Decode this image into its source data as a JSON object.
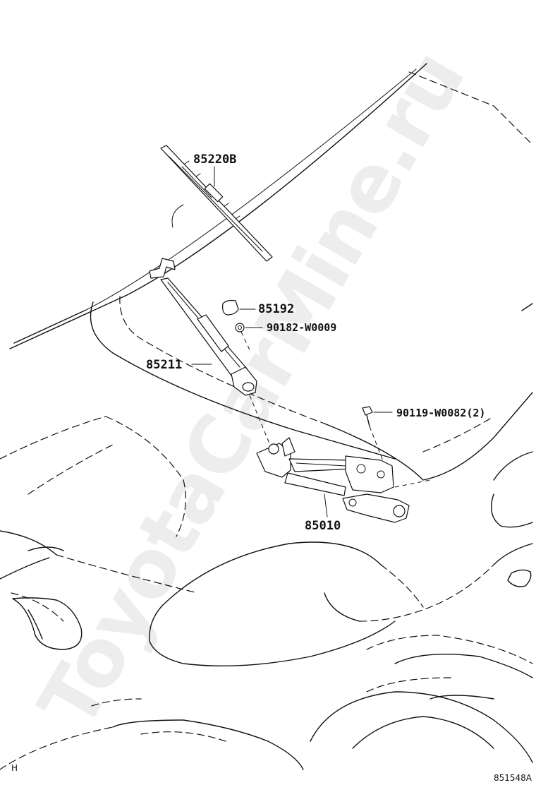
{
  "watermark": "ToyotaCarMine.ru",
  "parts": {
    "blade": "85220B",
    "cap": "85192",
    "nut": "90182-W0009",
    "arm": "85211",
    "bolt": "90119-W0082(2)",
    "link": "85010"
  },
  "footer": {
    "left_mark": "H",
    "figure_id": "851548A"
  }
}
